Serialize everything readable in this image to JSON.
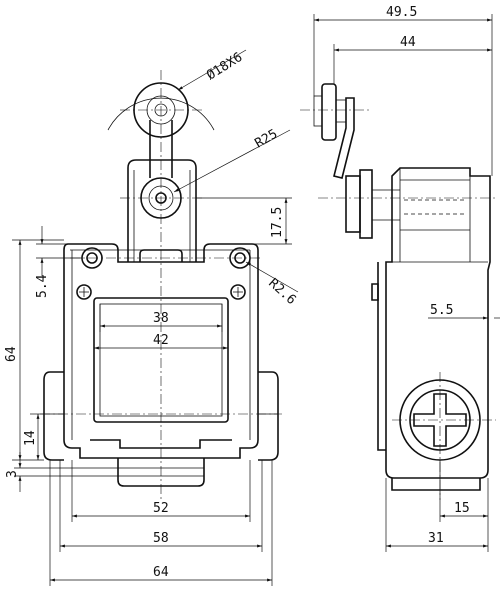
{
  "dimensions": {
    "d_49_5": "49.5",
    "d_44": "44",
    "d_roller": "Ø18X6",
    "d_r25": "R25",
    "d_17_5": "17.5",
    "d_5_4": "5.4",
    "d_r2_6": "R2.6",
    "d_64_v": "64",
    "d_38": "38",
    "d_42": "42",
    "d_14": "14",
    "d_3": "3",
    "d_52": "52",
    "d_58": "58",
    "d_64_h": "64",
    "d_5_5": "5.5",
    "d_15": "15",
    "d_31": "31"
  }
}
